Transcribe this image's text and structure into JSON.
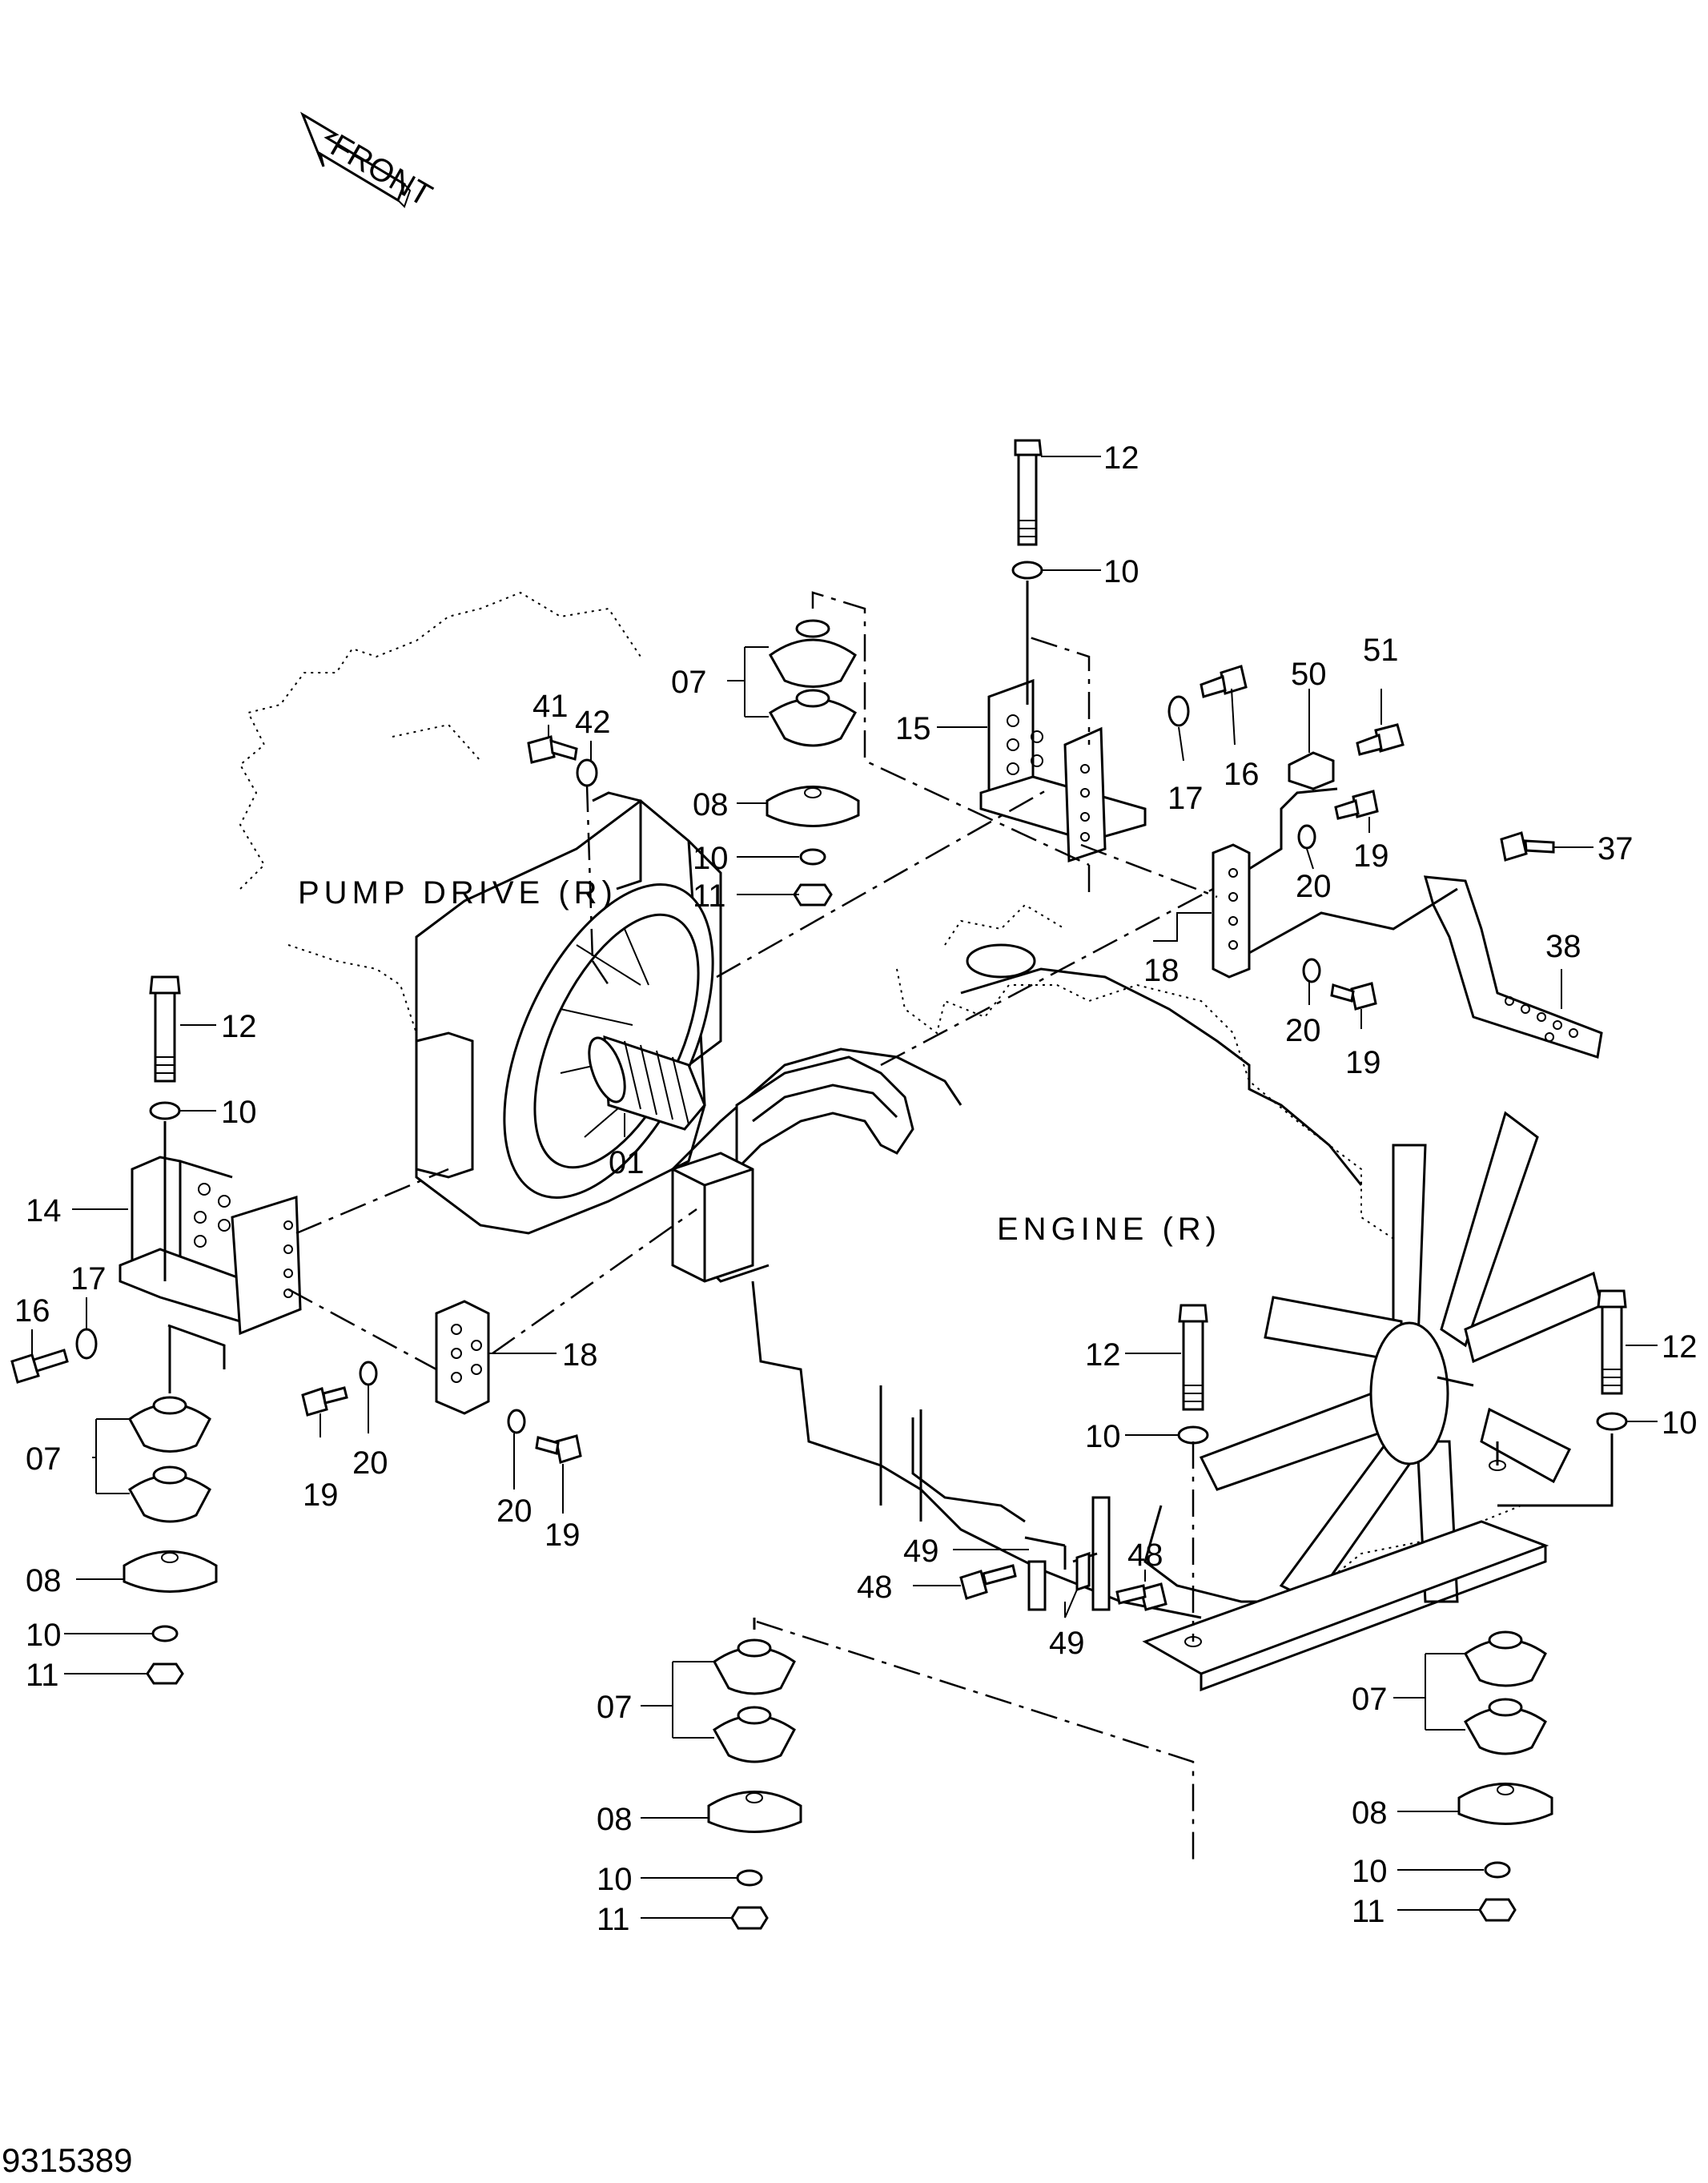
{
  "drawing_number": "9315389",
  "front_label": "FRONT",
  "assemblies": {
    "pump_drive": "PUMP DRIVE (R)",
    "engine": "ENGINE (R)"
  },
  "callouts": {
    "c12a": "12",
    "c10a": "10",
    "c07a": "07",
    "c15": "15",
    "c08a": "08",
    "c10b": "10",
    "c11a": "11",
    "c41": "41",
    "c42": "42",
    "c17a": "17",
    "c16a": "16",
    "c50": "50",
    "c51": "51",
    "c19a": "19",
    "c20a": "20",
    "c37": "37",
    "c18a": "18",
    "c38": "38",
    "c20b": "20",
    "c19b": "19",
    "c01": "01",
    "c12b": "12",
    "c10c": "10",
    "c14": "14",
    "c17b": "17",
    "c16b": "16",
    "c07b": "07",
    "c08b": "08",
    "c10d": "10",
    "c11b": "11",
    "c18b": "18",
    "c19c": "19",
    "c20c": "20",
    "c20d": "20",
    "c19d": "19",
    "c12c": "12",
    "c10e": "10",
    "c12d": "12",
    "c10f": "10",
    "c49a": "49",
    "c48a": "48",
    "c48b": "48",
    "c49b": "49",
    "c07c": "07",
    "c08c": "08",
    "c10g": "10",
    "c11c": "11",
    "c07d": "07",
    "c08d": "08",
    "c10h": "10",
    "c11d": "11"
  }
}
